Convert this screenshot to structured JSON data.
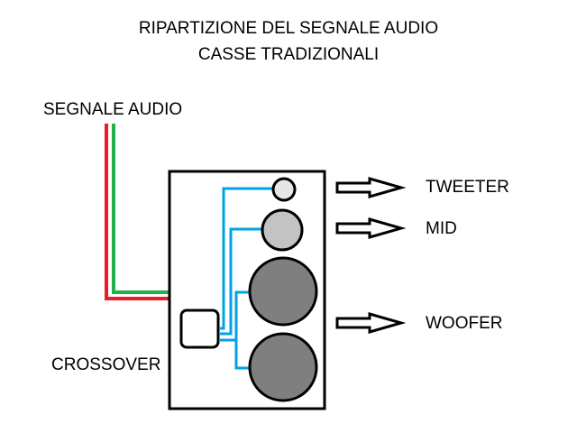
{
  "title": {
    "line1": "RIPARTIZIONE DEL SEGNALE AUDIO",
    "line2": "CASSE TRADIZIONALI"
  },
  "labels": {
    "signal": "SEGNALE AUDIO",
    "tweeter": "TWEETER",
    "mid": "MID",
    "woofer": "WOOFER",
    "crossover": "CROSSOVER"
  },
  "colors": {
    "wire_red": "#ed1c24",
    "wire_green": "#22b14c",
    "wire_blue": "#00a2e8",
    "tweeter_fill": "#e6e6e6",
    "mid_fill": "#c3c3c3",
    "woofer_fill": "#7f7f7f",
    "outline": "#000000"
  },
  "icons": {
    "arrow": "right-arrow-icon"
  }
}
